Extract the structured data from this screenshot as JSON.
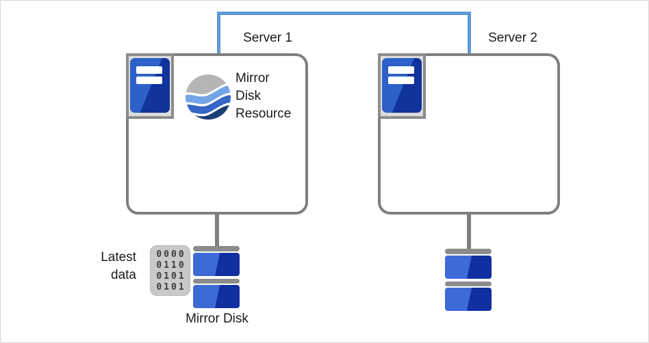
{
  "diagram": {
    "server1": {
      "label": "Server 1",
      "resource_lines": [
        "Mirror",
        "Disk",
        "Resource"
      ]
    },
    "server2": {
      "label": "Server 2"
    },
    "latest_data": {
      "lines": [
        "Latest",
        "data"
      ]
    },
    "binary": {
      "rows": [
        "0000",
        "0110",
        "0101",
        "0101"
      ]
    },
    "mirror_disk_label": "Mirror Disk"
  },
  "colors": {
    "connector_blue": "#5B9BD5",
    "outline_gray": "#7F7F7F",
    "canvas_border": "#D5D5D5",
    "frame_fill": "#DCDCDC",
    "frame_border": "#8C8C8C",
    "tower_blue_light": "#2D61C8",
    "tower_blue_dark": "#11339C",
    "disk_blue_light": "#3E6AD6",
    "disk_blue_dark": "#102FA0",
    "disk_cap_gray": "#8C8C8C",
    "sphere_gray": "#B5B5B5",
    "sphere_blue_light": "#74A5E9",
    "sphere_blue_mid": "#3566C7",
    "sphere_blue_dark": "#1B3E78",
    "binary_bg": "#C9C9C9",
    "binary_digits": "#3A3A3A",
    "text": "#1A1A1A"
  }
}
